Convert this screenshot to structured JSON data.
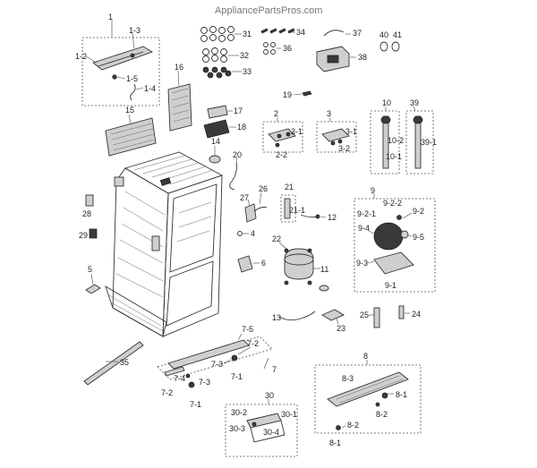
{
  "watermark": "AppliancePartsPros.com",
  "callouts": {
    "c1": "1",
    "c1_2": "1-2",
    "c1_3": "1-3",
    "c1_4": "1-4",
    "c1_5": "1-5",
    "c2": "2",
    "c2_1": "2-1",
    "c2_2": "2-2",
    "c3": "3",
    "c3_1": "3-1",
    "c3_2": "3-2",
    "c4": "4",
    "c5": "5",
    "c6": "6",
    "c7": "7",
    "c7_1a": "7-1",
    "c7_1b": "7-1",
    "c7_2a": "7-2",
    "c7_2b": "7-2",
    "c7_3a": "7-3",
    "c7_3b": "7-3",
    "c7_4": "7-4",
    "c7_5": "7-5",
    "c8": "8",
    "c8_1a": "8-1",
    "c8_1b": "8-1",
    "c8_2a": "8-2",
    "c8_2b": "8-2",
    "c8_3": "8-3",
    "c9": "9",
    "c9_1": "9-1",
    "c9_2": "9-2",
    "c9_2_1": "9-2-1",
    "c9_2_2": "9-2-2",
    "c9_3": "9-3",
    "c9_4": "9-4",
    "c9_5": "9-5",
    "c10": "10",
    "c10_1": "10-1",
    "c10_2": "10-2",
    "c11": "11",
    "c12": "12",
    "c13": "13",
    "c14": "14",
    "c15": "15",
    "c16": "16",
    "c17": "17",
    "c18": "18",
    "c19": "19",
    "c20": "20",
    "c21": "21",
    "c21_1": "21-1",
    "c22": "22",
    "c23": "23",
    "c24": "24",
    "c25": "25",
    "c26": "26",
    "c27": "27",
    "c28": "28",
    "c29": "29",
    "c30": "30",
    "c30_1": "30-1",
    "c30_2": "30-2",
    "c30_3": "30-3",
    "c30_4": "30-4",
    "c31": "31",
    "c32": "32",
    "c33": "33",
    "c34": "34",
    "c35": "35",
    "c36": "36",
    "c37": "37",
    "c38": "38",
    "c39": "39",
    "c39_1": "39-1",
    "c40": "40",
    "c41": "41"
  }
}
